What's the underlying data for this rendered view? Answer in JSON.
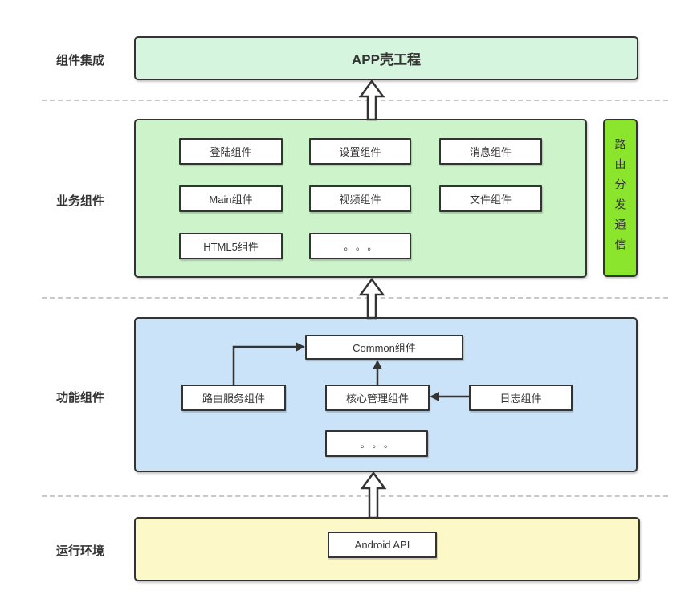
{
  "layers": {
    "integration": {
      "label": "组件集成",
      "shell": "APP壳工程"
    },
    "business": {
      "label": "业务组件",
      "components": [
        "登陆组件",
        "设置组件",
        "消息组件",
        "Main组件",
        "视频组件",
        "文件组件",
        "HTML5组件",
        "。。。"
      ],
      "routing_side": "路由分发通信"
    },
    "functional": {
      "label": "功能组件",
      "common": "Common组件",
      "router_service": "路由服务组件",
      "core_manage": "核心管理组件",
      "log": "日志组件",
      "more": "。。。"
    },
    "runtime": {
      "label": "运行环境",
      "api": "Android API"
    }
  },
  "colors": {
    "shell_bg": "#d6f5de",
    "business_bg": "#ccf3c9",
    "routing_bg": "#8ce52d",
    "functional_bg": "#cbe3f8",
    "runtime_bg": "#fdf8c8",
    "border": "#333333",
    "dash": "#c8c8c8",
    "text": "#333333"
  }
}
